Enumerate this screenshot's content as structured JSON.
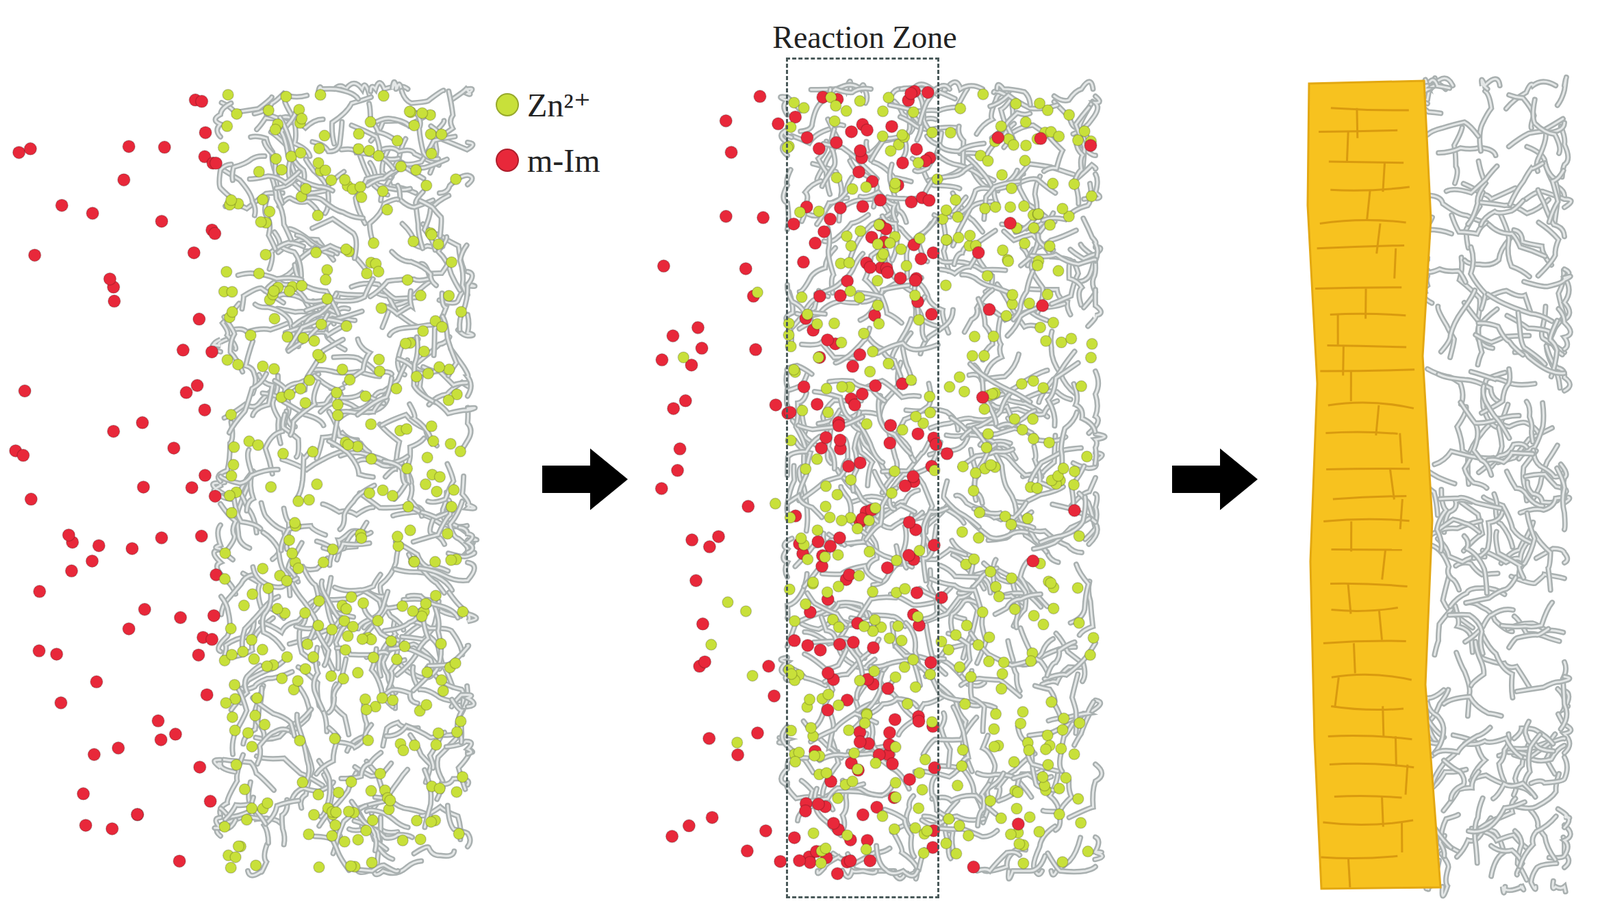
{
  "diagram": {
    "nodes": [
      {
        "text": [
          "Reaction Zone"
        ]
      }
    ],
    "legend": [
      {
        "text": "Zn²⁺",
        "color": "#c8e03a"
      },
      {
        "text": "m-Im",
        "color": "#e8283a"
      }
    ]
  }
}
